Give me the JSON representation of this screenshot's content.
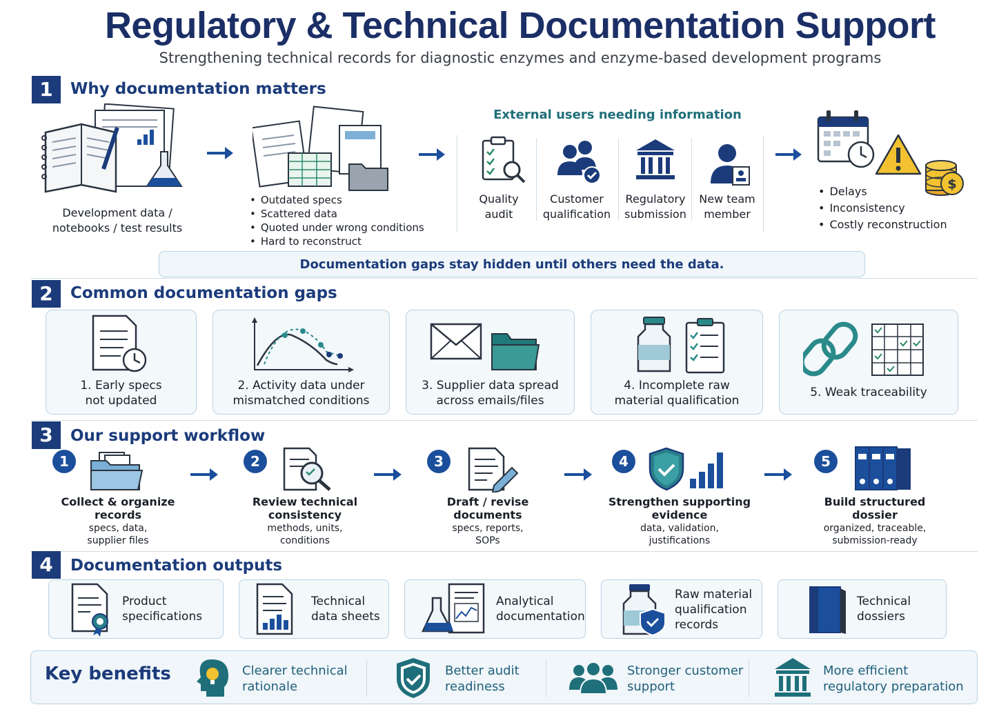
{
  "header": {
    "title": "Regulatory & Technical Documentation Support",
    "subtitle": "Strengthening technical records for diagnostic enzymes and enzyme-based development programs"
  },
  "section1": {
    "number": "1",
    "title": "Why documentation matters",
    "dev_label_line1": "Development data /",
    "dev_label_line2": "notebooks / test results",
    "bullets": [
      "Outdated specs",
      "Scattered data",
      "Quoted under wrong conditions",
      "Hard to reconstruct"
    ],
    "external_title": "External users needing information",
    "users": [
      {
        "line1": "Quality",
        "line2": "audit"
      },
      {
        "line1": "Customer",
        "line2": "qualification"
      },
      {
        "line1": "Regulatory",
        "line2": "submission"
      },
      {
        "line1": "New team",
        "line2": "member"
      }
    ],
    "consequences": [
      "Delays",
      "Inconsistency",
      "Costly reconstruction"
    ],
    "banner": "Documentation gaps stay hidden until others need the data."
  },
  "section2": {
    "number": "2",
    "title": "Common documentation gaps",
    "gaps": [
      {
        "line1": "1. Early specs",
        "line2": "not updated"
      },
      {
        "line1": "2. Activity data under",
        "line2": "mismatched conditions"
      },
      {
        "line1": "3. Supplier data spread",
        "line2": "across emails/files"
      },
      {
        "line1": "4. Incomplete raw",
        "line2": "material qualification"
      },
      {
        "line1": "5. Weak traceability",
        "line2": ""
      }
    ]
  },
  "section3": {
    "number": "3",
    "title": "Our support workflow",
    "steps": [
      {
        "num": "1",
        "title1": "Collect & organize",
        "title2": "records",
        "sub1": "specs, data,",
        "sub2": "supplier files"
      },
      {
        "num": "2",
        "title1": "Review technical",
        "title2": "consistency",
        "sub1": "methods, units,",
        "sub2": "conditions"
      },
      {
        "num": "3",
        "title1": "Draft / revise",
        "title2": "documents",
        "sub1": "specs, reports,",
        "sub2": "SOPs"
      },
      {
        "num": "4",
        "title1": "Strengthen supporting",
        "title2": "evidence",
        "sub1": "data, validation,",
        "sub2": "justifications"
      },
      {
        "num": "5",
        "title1": "Build structured",
        "title2": "dossier",
        "sub1": "organized, traceable,",
        "sub2": "submission-ready"
      }
    ]
  },
  "section4": {
    "number": "4",
    "title": "Documentation outputs",
    "outputs": [
      {
        "line1": "Product",
        "line2": "specifications",
        "line3": ""
      },
      {
        "line1": "Technical",
        "line2": "data sheets",
        "line3": ""
      },
      {
        "line1": "Analytical",
        "line2": "documentation",
        "line3": ""
      },
      {
        "line1": "Raw material",
        "line2": "qualification",
        "line3": "records"
      },
      {
        "line1": "Technical",
        "line2": "dossiers",
        "line3": ""
      }
    ]
  },
  "benefits": {
    "title": "Key benefits",
    "items": [
      {
        "line1": "Clearer technical",
        "line2": "rationale"
      },
      {
        "line1": "Better audit",
        "line2": "readiness"
      },
      {
        "line1": "Stronger customer",
        "line2": "support"
      },
      {
        "line1": "More efficient",
        "line2": "regulatory preparation"
      }
    ]
  },
  "colors": {
    "navy": "#1b3b7a",
    "teal": "#2a7f8a",
    "accent_blue": "#1b4f9c",
    "yellow": "#f2c230"
  }
}
